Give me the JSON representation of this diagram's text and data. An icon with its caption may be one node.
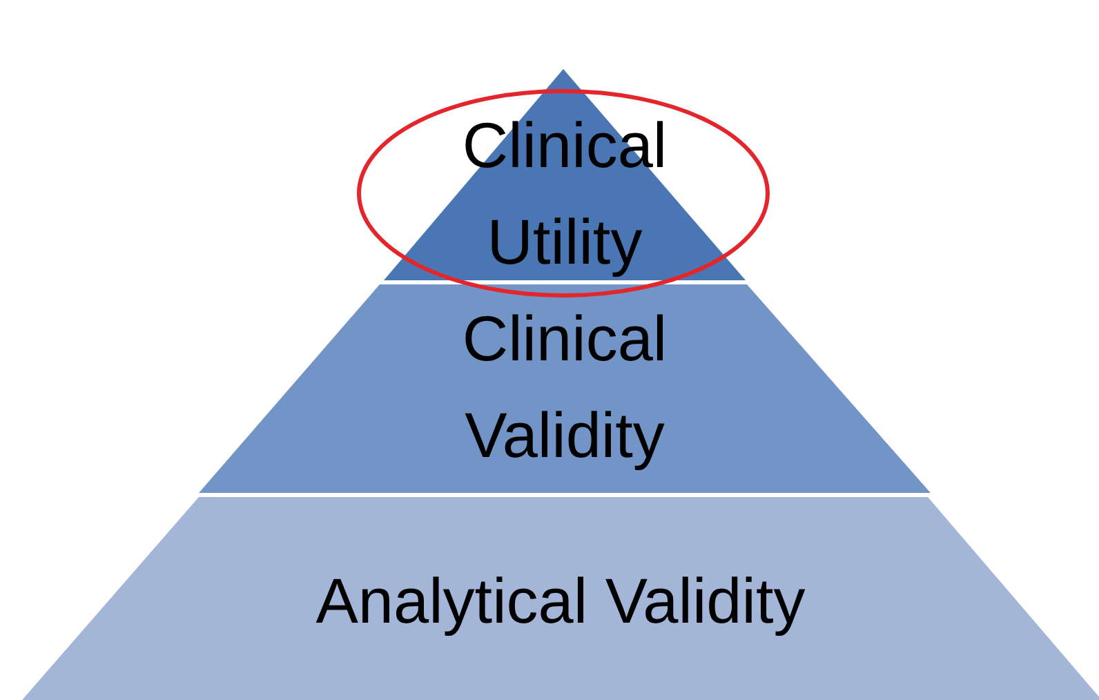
{
  "diagram": {
    "nodes": [
      {
        "text": [
          "Clinical Utility"
        ]
      },
      {
        "text": [
          "Clinical Validity"
        ]
      },
      {
        "text": [
          "Analytical Validity"
        ]
      }
    ]
  }
}
